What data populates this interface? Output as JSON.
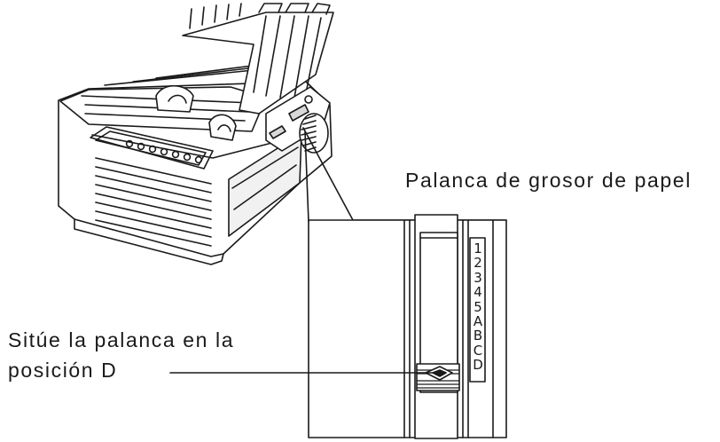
{
  "callout": {
    "lever_name": "Palanca de grosor de papel",
    "instruction_line1": "Sitúe la palanca en la",
    "instruction_line2": "posición D"
  },
  "scale": {
    "positions": [
      "1",
      "2",
      "3",
      "4",
      "5",
      "A",
      "B",
      "C",
      "D"
    ],
    "selected": "D"
  }
}
